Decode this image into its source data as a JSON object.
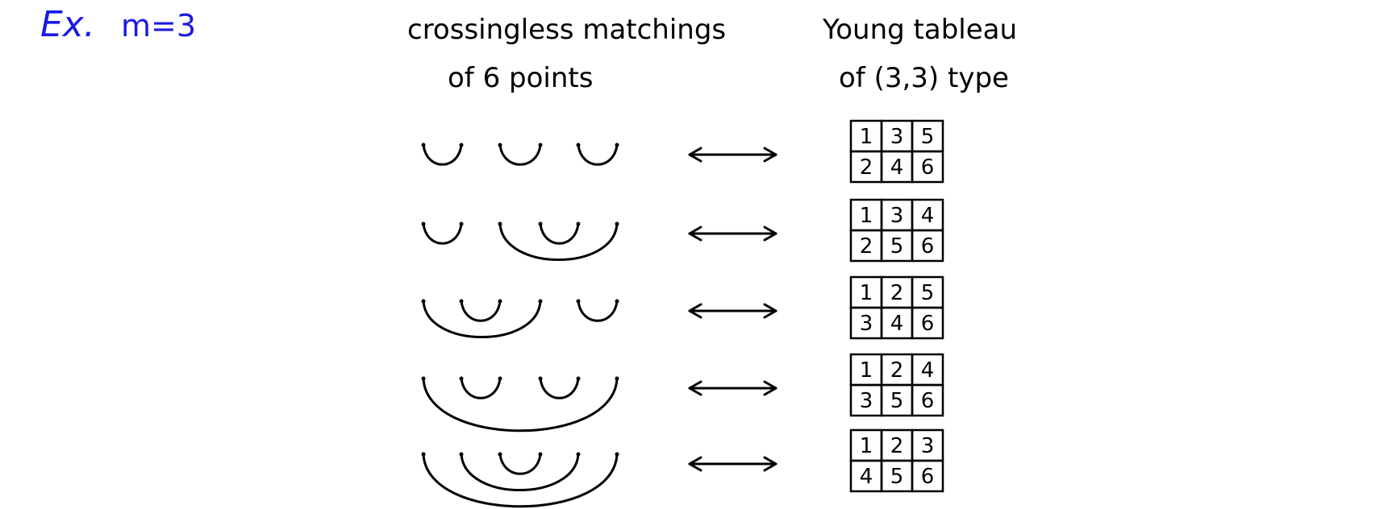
{
  "header": {
    "example_label": "Ex.",
    "param_label": "m=3"
  },
  "headings": {
    "left_line1": "crossingless matchings",
    "left_line2": "of 6 points",
    "right_line1": "Young tableau",
    "right_line2": "of (3,3) type"
  },
  "colors": {
    "example_blue": "#1a1ae6",
    "ink": "#000000"
  },
  "rows": [
    {
      "pairs": [
        [
          1,
          2
        ],
        [
          3,
          4
        ],
        [
          5,
          6
        ]
      ],
      "tableau": [
        [
          "1",
          "3",
          "5"
        ],
        [
          "2",
          "4",
          "6"
        ]
      ]
    },
    {
      "pairs": [
        [
          1,
          2
        ],
        [
          3,
          6
        ],
        [
          4,
          5
        ]
      ],
      "tableau": [
        [
          "1",
          "3",
          "4"
        ],
        [
          "2",
          "5",
          "6"
        ]
      ]
    },
    {
      "pairs": [
        [
          1,
          4
        ],
        [
          2,
          3
        ],
        [
          5,
          6
        ]
      ],
      "tableau": [
        [
          "1",
          "2",
          "5"
        ],
        [
          "3",
          "4",
          "6"
        ]
      ]
    },
    {
      "pairs": [
        [
          1,
          6
        ],
        [
          2,
          3
        ],
        [
          4,
          5
        ]
      ],
      "tableau": [
        [
          "1",
          "2",
          "4"
        ],
        [
          "3",
          "5",
          "6"
        ]
      ]
    },
    {
      "pairs": [
        [
          1,
          6
        ],
        [
          2,
          5
        ],
        [
          3,
          4
        ]
      ],
      "tableau": [
        [
          "1",
          "2",
          "3"
        ],
        [
          "4",
          "5",
          "6"
        ]
      ]
    }
  ],
  "arrow_icon": "left-right-arrow-icon"
}
